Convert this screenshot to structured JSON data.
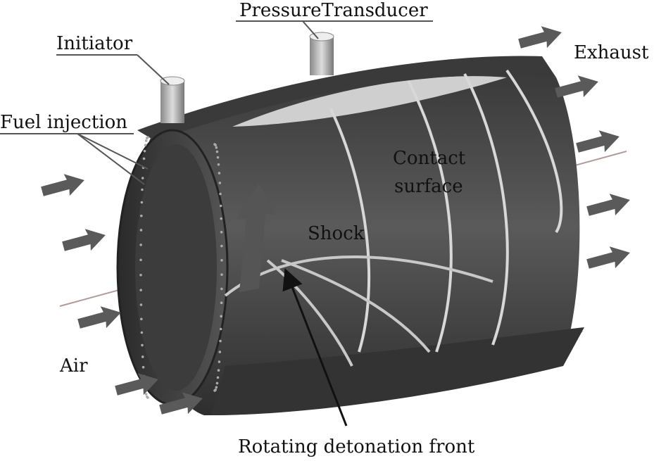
{
  "labels": {
    "pressure_transducer": "PressureTransducer",
    "initiator": "Initiator",
    "exhaust": "Exhaust",
    "fuel_injection": "Fuel injection",
    "contact_surface_1": "Contact",
    "contact_surface_2": "surface",
    "shock": "Shock",
    "air": "Air",
    "rotating_detonation_front": "Rotating detonation front"
  },
  "colors": {
    "body": "#4a4a4a",
    "body_dark": "#2a2a2a",
    "arrow": "#5a5a5a",
    "wave": "#d8d8d8"
  }
}
